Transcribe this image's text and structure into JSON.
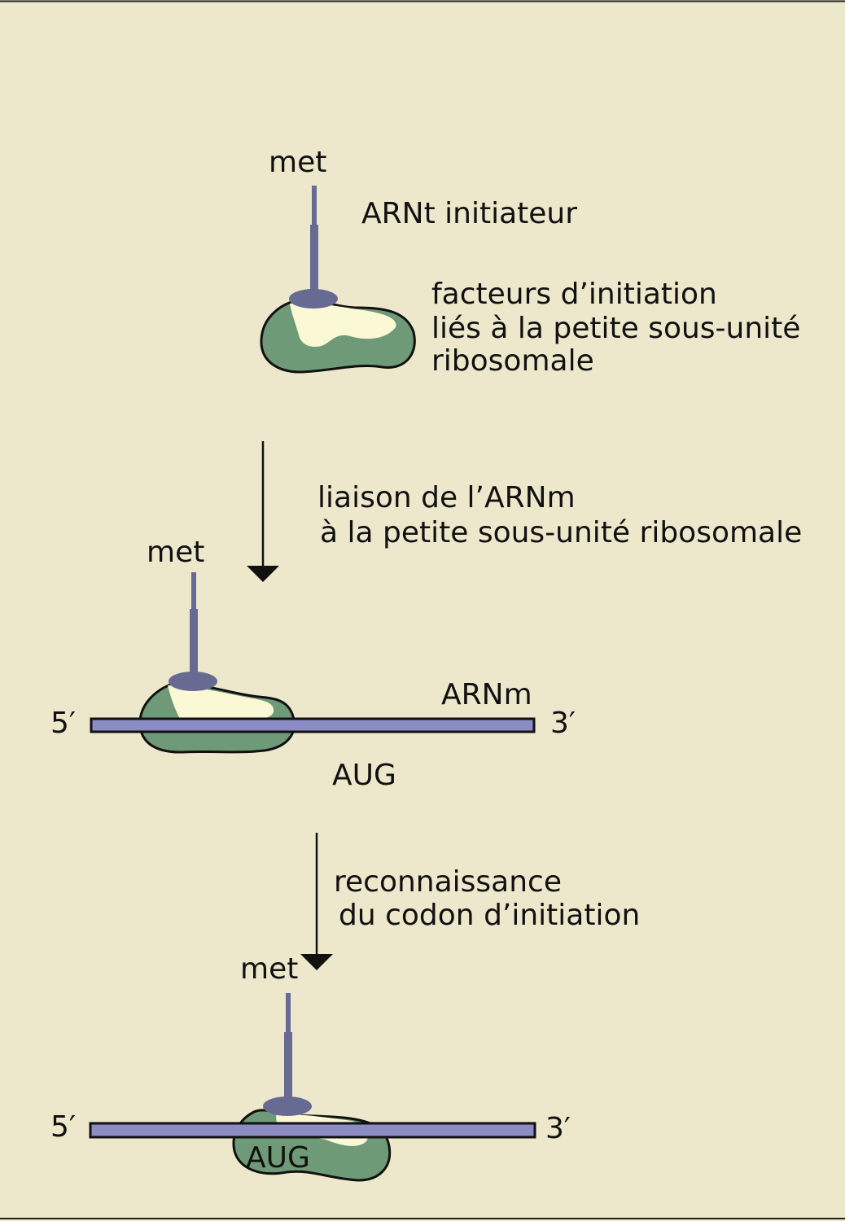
{
  "step1": {
    "met": "met",
    "trna_label": "ARNt initiateur",
    "factors_label": [
      "facteurs d’initiation",
      "liés à la petite sous-unité",
      "ribosomale"
    ]
  },
  "arrow1": {
    "label": [
      "liaison de l’ARNm",
      "à la petite sous-unité ribosomale"
    ]
  },
  "step2": {
    "met": "met",
    "mrna_label": "ARNm",
    "five_prime": "5′",
    "three_prime": "3′",
    "codon": "AUG"
  },
  "arrow2": {
    "label": [
      "reconnaissance",
      "du codon d’initiation"
    ]
  },
  "step3": {
    "met": "met",
    "five_prime": "5′",
    "three_prime": "3′",
    "codon": "AUG"
  },
  "colors": {
    "background": "#ede8cc",
    "ribosome_green": "#6f9a77",
    "ribosome_light": "#fbf8d6",
    "trna_purple": "#676a92",
    "mrna_strand": "#8b8cc4"
  }
}
